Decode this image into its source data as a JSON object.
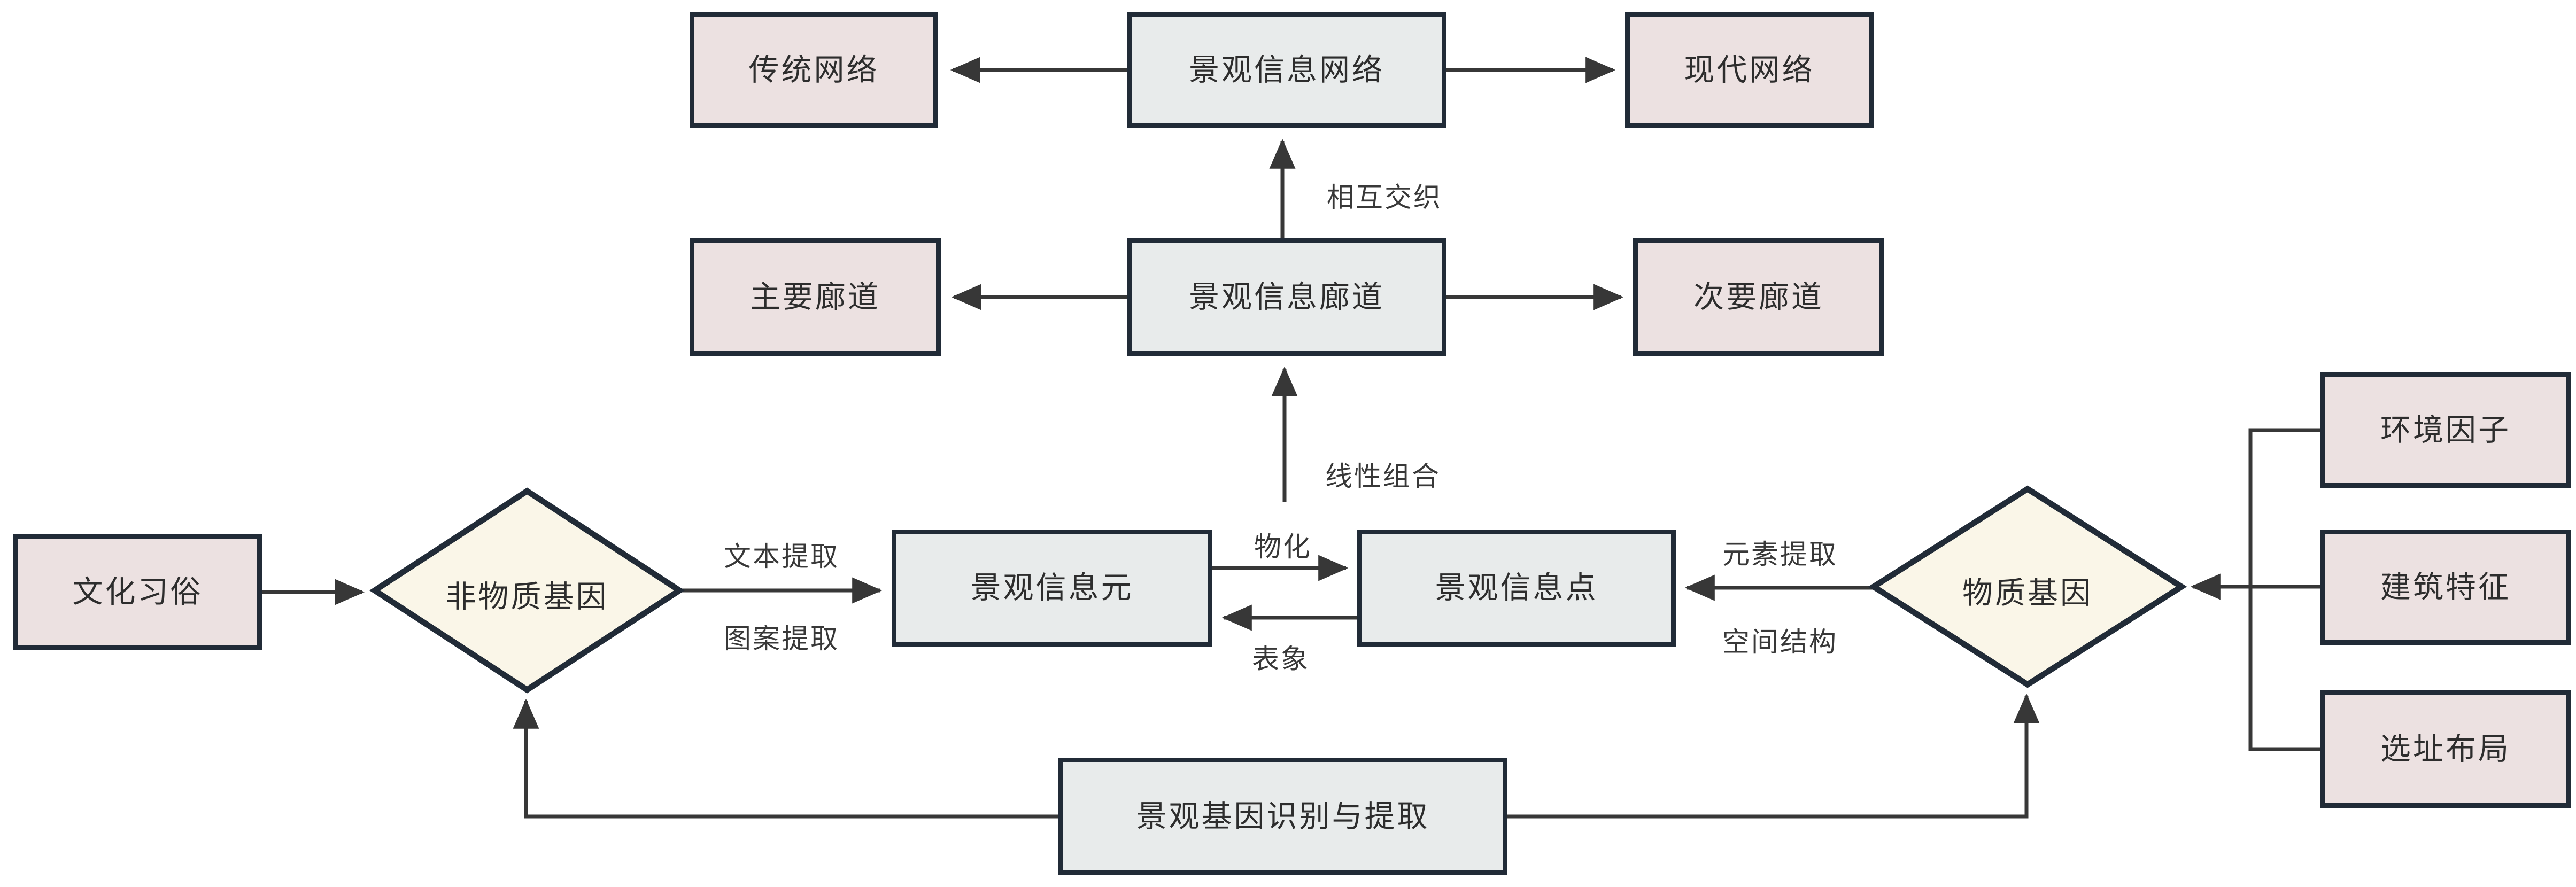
{
  "diagram": {
    "background": "#ffffff",
    "colors": {
      "node_pink": "#ece1e1",
      "node_gray": "#e8ebeb",
      "diamond_cream": "#faf6e8",
      "node_border": "#212b37",
      "arrow": "#373737",
      "text": "#2d2d2d"
    },
    "nodes": {
      "traditional_network": {
        "label": "传统网络",
        "shape": "rect",
        "fill": "pink"
      },
      "landscape_info_network": {
        "label": "景观信息网络",
        "shape": "rect",
        "fill": "gray"
      },
      "modern_network": {
        "label": "现代网络",
        "shape": "rect",
        "fill": "pink"
      },
      "main_corridor": {
        "label": "主要廊道",
        "shape": "rect",
        "fill": "pink"
      },
      "landscape_info_corridor": {
        "label": "景观信息廊道",
        "shape": "rect",
        "fill": "gray"
      },
      "secondary_corridor": {
        "label": "次要廊道",
        "shape": "rect",
        "fill": "pink"
      },
      "cultural_customs": {
        "label": "文化习俗",
        "shape": "rect",
        "fill": "pink"
      },
      "intangible_gene": {
        "label": "非物质基因",
        "shape": "diamond",
        "fill": "cream"
      },
      "landscape_info_element": {
        "label": "景观信息元",
        "shape": "rect",
        "fill": "gray"
      },
      "landscape_info_point": {
        "label": "景观信息点",
        "shape": "rect",
        "fill": "gray"
      },
      "material_gene": {
        "label": "物质基因",
        "shape": "diamond",
        "fill": "cream"
      },
      "environment_factor": {
        "label": "环境因子",
        "shape": "rect",
        "fill": "pink"
      },
      "architecture_feature": {
        "label": "建筑特征",
        "shape": "rect",
        "fill": "pink"
      },
      "site_layout": {
        "label": "选址布局",
        "shape": "rect",
        "fill": "pink"
      },
      "gene_identification": {
        "label": "景观基因识别与提取",
        "shape": "rect",
        "fill": "gray"
      }
    },
    "edge_labels": {
      "interweave": "相互交织",
      "linear_combination": "线性组合",
      "text_extraction": "文本提取",
      "pattern_extraction": "图案提取",
      "materialization": "物化",
      "representation": "表象",
      "element_extraction": "元素提取",
      "spatial_structure": "空间结构"
    },
    "edges": [
      {
        "from": "landscape_info_network",
        "to": "traditional_network",
        "label": ""
      },
      {
        "from": "landscape_info_network",
        "to": "modern_network",
        "label": ""
      },
      {
        "from": "landscape_info_corridor",
        "to": "landscape_info_network",
        "label": "相互交织"
      },
      {
        "from": "landscape_info_corridor",
        "to": "main_corridor",
        "label": ""
      },
      {
        "from": "landscape_info_corridor",
        "to": "secondary_corridor",
        "label": ""
      },
      {
        "from": "landscape_info_point_area",
        "to": "landscape_info_corridor",
        "label": "线性组合"
      },
      {
        "from": "cultural_customs",
        "to": "intangible_gene",
        "label": ""
      },
      {
        "from": "intangible_gene",
        "to": "landscape_info_element",
        "label": "文本提取 / 图案提取"
      },
      {
        "from": "landscape_info_element",
        "to": "landscape_info_point",
        "label": "物化"
      },
      {
        "from": "landscape_info_point",
        "to": "landscape_info_element",
        "label": "表象"
      },
      {
        "from": "material_gene",
        "to": "landscape_info_point",
        "label": "元素提取 / 空间结构"
      },
      {
        "from": "environment_factor",
        "to": "material_gene",
        "label": ""
      },
      {
        "from": "architecture_feature",
        "to": "material_gene",
        "label": ""
      },
      {
        "from": "site_layout",
        "to": "material_gene",
        "label": ""
      },
      {
        "from": "gene_identification",
        "to": "intangible_gene",
        "label": ""
      },
      {
        "from": "gene_identification",
        "to": "material_gene",
        "label": ""
      }
    ]
  }
}
